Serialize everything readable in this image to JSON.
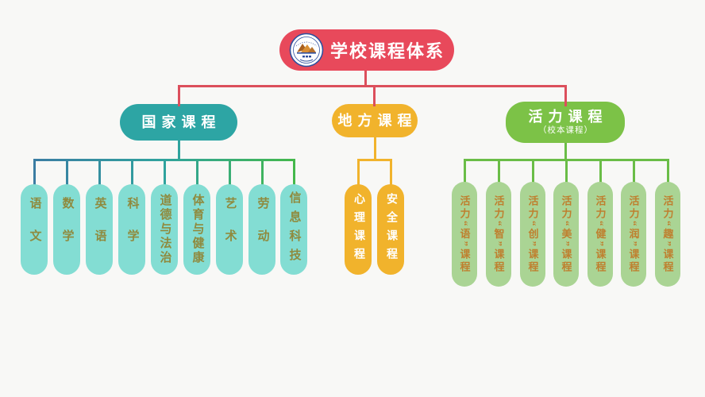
{
  "title_node": {
    "label": "学校课程体系",
    "bg": "#e8495b",
    "logo_icon": "school-emblem-icon"
  },
  "connector": {
    "root_color": "#dc4f5c"
  },
  "branches": [
    {
      "label": "国家课程",
      "subtitle": "",
      "node_bg": "#2da5a4",
      "line_gradient": [
        "#3b7da3",
        "#2fa39d",
        "#44b84b"
      ],
      "leaf_bg": "#83ddd3",
      "leaf_text": "#8f8a3e",
      "leaves": [
        "语文",
        "数学",
        "英语",
        "科学",
        "道德与法治",
        "体育与健康",
        "艺术",
        "劳动",
        "信息科技"
      ]
    },
    {
      "label": "地方课程",
      "subtitle": "",
      "node_bg": "#f1b32c",
      "line_gradient": [
        "#f1b32c"
      ],
      "leaf_bg": "#f1b32c",
      "leaf_text": "#ffffff",
      "leaves": [
        "心理课程",
        "安全课程"
      ]
    },
    {
      "label": "活力课程",
      "subtitle": "（校本课程）",
      "node_bg": "#7cc247",
      "line_gradient": [
        "#6abd47"
      ],
      "leaf_bg": "#aad494",
      "leaf_text": "#bf7f2e",
      "leaves": [
        "活力“语”课程",
        "活力“智”课程",
        "活力“创”课程",
        "活力“美”课程",
        "活力“健”课程",
        "活力“润”课程",
        "活力“趣”课程"
      ]
    }
  ]
}
